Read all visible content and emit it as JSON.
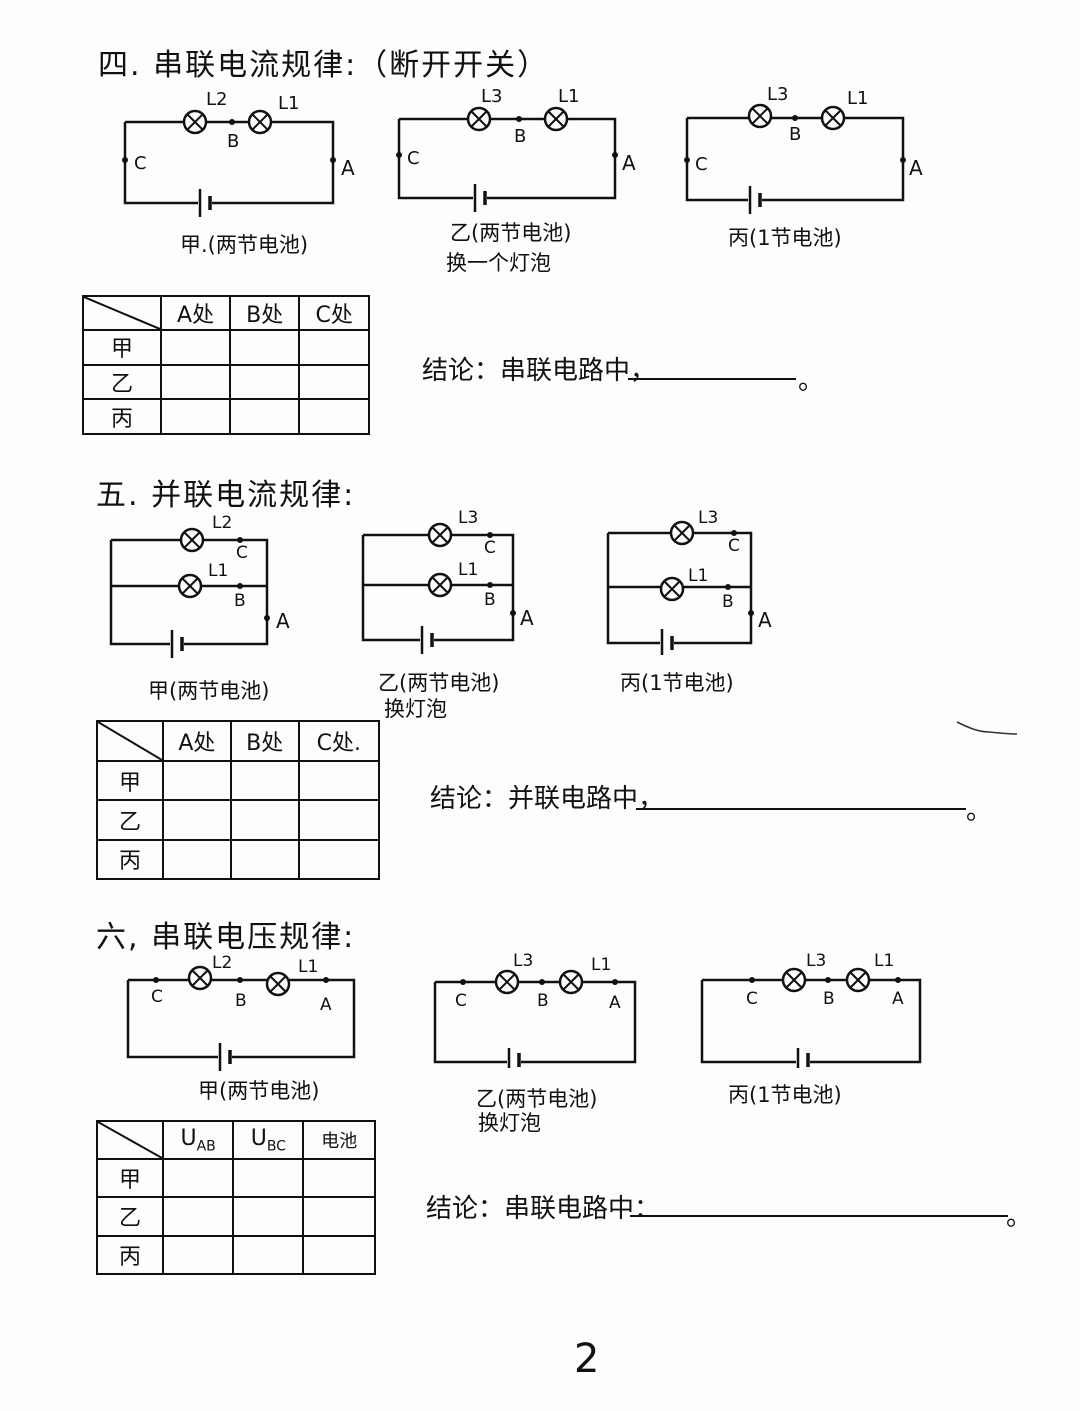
{
  "section4": {
    "heading": "四. 串联电流规律:（断开开关）",
    "circuits": [
      {
        "lamp_left": "L2",
        "lamp_right": "L1",
        "pt_a": "A",
        "pt_b": "B",
        "pt_c": "C",
        "caption": "甲.(两节电池)",
        "caption2": ""
      },
      {
        "lamp_left": "L3",
        "lamp_right": "L1",
        "pt_a": "A",
        "pt_b": "B",
        "pt_c": "C",
        "caption": "乙(两节电池)",
        "caption2": "换一个灯泡"
      },
      {
        "lamp_left": "L3",
        "lamp_right": "L1",
        "pt_a": "A",
        "pt_b": "B",
        "pt_c": "C",
        "caption": "丙(1节电池)",
        "caption2": ""
      }
    ],
    "table": {
      "columns": [
        "A处",
        "B处",
        "C处"
      ],
      "rows": [
        "甲",
        "乙",
        "丙"
      ]
    },
    "conclusion": "结论：串联电路中，",
    "conclusion_end": "。"
  },
  "section5": {
    "heading": "五. 并联电流规律:",
    "circuits": [
      {
        "lamp_top": "L2",
        "lamp_bottom": "L1",
        "pt_a": "A",
        "pt_b": "B",
        "pt_c": "C",
        "caption": "甲(两节电池)",
        "caption2": ""
      },
      {
        "lamp_top": "L3",
        "lamp_bottom": "L1",
        "pt_a": "A",
        "pt_b": "B",
        "pt_c": "C",
        "caption": "乙(两节电池)",
        "caption2": "换灯泡"
      },
      {
        "lamp_top": "L3",
        "lamp_bottom": "L1",
        "pt_a": "A",
        "pt_b": "B",
        "pt_c": "C",
        "caption": "丙(1节电池)",
        "caption2": ""
      }
    ],
    "table": {
      "columns": [
        "A处",
        "B处",
        "C处."
      ],
      "rows": [
        "甲",
        "乙",
        "丙"
      ]
    },
    "conclusion": "结论：并联电路中，",
    "conclusion_end": "。"
  },
  "section6": {
    "heading": "六, 串联电压规律:",
    "circuits": [
      {
        "lamp_left": "L2",
        "lamp_right": "L1",
        "pt_a": "A",
        "pt_b": "B",
        "pt_c": "C",
        "caption": "甲(两节电池)",
        "caption2": ""
      },
      {
        "lamp_left": "L3",
        "lamp_right": "L1",
        "pt_a": "A",
        "pt_b": "B",
        "pt_c": "C",
        "caption": "乙(两节电池)",
        "caption2": "换灯泡"
      },
      {
        "lamp_left": "L3",
        "lamp_right": "L1",
        "pt_a": "A",
        "pt_b": "B",
        "pt_c": "C",
        "caption": "丙(1节电池)",
        "caption2": ""
      }
    ],
    "table": {
      "col1_main": "U",
      "col1_sub": "AB",
      "col2_main": "U",
      "col2_sub": "BC",
      "col3": "电池",
      "rows": [
        "甲",
        "乙",
        "丙"
      ]
    },
    "conclusion": "结论：串联电路中：",
    "conclusion_end": "。"
  },
  "page_number": "2"
}
